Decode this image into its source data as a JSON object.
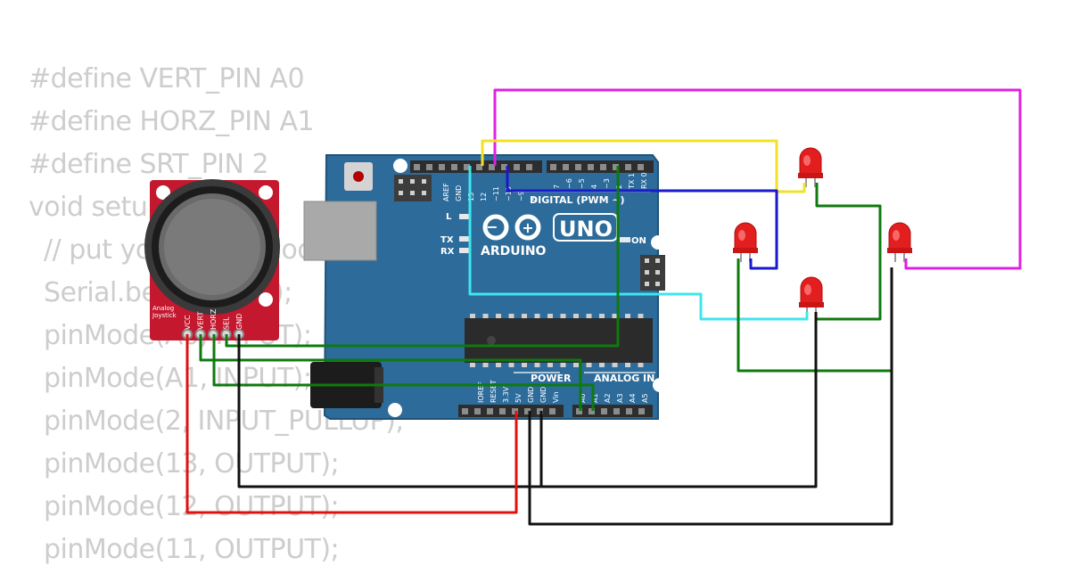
{
  "code_lines": [
    "#define VERT_PIN A0",
    "#define HORZ_PIN A1",
    "#define SRT_PIN 2",
    "void setup() {",
    "  // put your setup code here, to run once:",
    "  Serial.begin(9600);",
    "  pinMode(A0, INPUT);",
    "  pinMode(A1, INPUT);",
    "  pinMode(2, INPUT_PULLUP);",
    "  pinMode(13, OUTPUT);",
    "  pinMode(12, OUTPUT);",
    "  pinMode(11, OUTPUT);"
  ],
  "board": {
    "brand": "ARDUINO",
    "model": "UNO",
    "digital_label": "DIGITAL (PWM ~)",
    "power_label": "POWER",
    "analog_label": "ANALOG IN",
    "on_label": "ON",
    "l_label": "L",
    "tx_label": "TX",
    "rx_label": "RX",
    "digital_pins": [
      "AREF",
      "GND",
      "13",
      "12",
      "~11",
      "~10",
      "~9",
      "8",
      "7",
      "~6",
      "~5",
      "4",
      "~3",
      "2",
      "TX 1",
      "RX 0"
    ],
    "power_pins": [
      "IOREF",
      "RESET",
      "3.3V",
      "5V",
      "GND",
      "GND",
      "Vin"
    ],
    "analog_pins": [
      "A0",
      "A1",
      "A2",
      "A3",
      "A4",
      "A5"
    ],
    "color": "#2c6b9a"
  },
  "joystick": {
    "caption_line1": "Analog",
    "caption_line2": "Joystick",
    "pins": [
      "VCC",
      "VERT",
      "HORZ",
      "SEL",
      "GND"
    ],
    "color": "#c4182f"
  },
  "leds": {
    "count": 4,
    "color": "#e21e1e"
  },
  "wire_colors": {
    "magenta": "#e020e0",
    "yellow": "#f2e02a",
    "blue": "#1a1acc",
    "cyan": "#3ee6ee",
    "green": "#0e7a0e",
    "black": "#111111",
    "red": "#e01010"
  }
}
